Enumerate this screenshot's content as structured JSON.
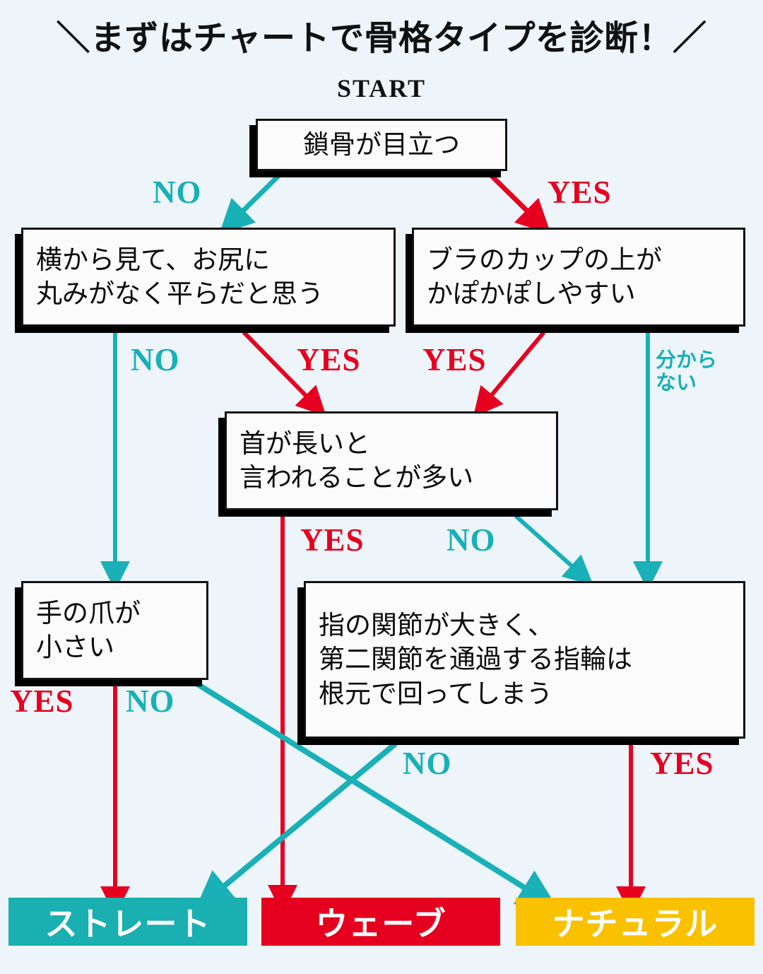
{
  "header": {
    "title": "＼まずはチャートで骨格タイプを診断！／",
    "start_label": "START"
  },
  "colors": {
    "background": "#edf5fa",
    "yes": "#e60020",
    "no": "#19b0b7",
    "box_border": "#111111",
    "box_fill": "#fbfbfb",
    "result_straight": "#1aafb0",
    "result_wave": "#e60020",
    "result_natural": "#f9c100"
  },
  "chart_data": {
    "type": "flowchart",
    "title": "＼まずはチャートで骨格タイプを診断！／",
    "start": "START",
    "nodes": [
      {
        "id": "q1",
        "text": "鎖骨が目立つ"
      },
      {
        "id": "q2",
        "text": "横から見て、お尻に\n丸みがなく平らだと思う"
      },
      {
        "id": "q3",
        "text": "ブラのカップの上が\nかぽかぽしやすい"
      },
      {
        "id": "q4",
        "text": "首が長いと\n言われることが多い"
      },
      {
        "id": "q5",
        "text": "手の爪が\n小さい"
      },
      {
        "id": "q6",
        "text": "指の関節が大きく、\n第二関節を通過する指輪は\n根元で回ってしまう"
      },
      {
        "id": "r1",
        "text": "ストレート"
      },
      {
        "id": "r2",
        "text": "ウェーブ"
      },
      {
        "id": "r3",
        "text": "ナチュラル"
      }
    ],
    "edges": [
      {
        "from": "q1",
        "to": "q2",
        "label": "NO",
        "kind": "no"
      },
      {
        "from": "q1",
        "to": "q3",
        "label": "YES",
        "kind": "yes"
      },
      {
        "from": "q2",
        "to": "q5",
        "label": "NO",
        "kind": "no"
      },
      {
        "from": "q2",
        "to": "q4",
        "label": "YES",
        "kind": "yes"
      },
      {
        "from": "q3",
        "to": "q4",
        "label": "YES",
        "kind": "yes"
      },
      {
        "from": "q3",
        "to": "q6",
        "label": "分から\nない",
        "kind": "no"
      },
      {
        "from": "q4",
        "to": "r2",
        "label": "YES",
        "kind": "yes"
      },
      {
        "from": "q4",
        "to": "q6",
        "label": "NO",
        "kind": "no"
      },
      {
        "from": "q5",
        "to": "r1",
        "label": "YES",
        "kind": "yes"
      },
      {
        "from": "q5",
        "to": "r3",
        "label": "NO",
        "kind": "no"
      },
      {
        "from": "q6",
        "to": "r1",
        "label": "NO",
        "kind": "no"
      },
      {
        "from": "q6",
        "to": "r3",
        "label": "YES",
        "kind": "yes"
      }
    ]
  },
  "labels": {
    "l1_no": "NO",
    "l1_yes": "YES",
    "l2_no": "NO",
    "l2_yes": "YES",
    "l3_yes": "YES",
    "l3_wakaranai": "分から\nない",
    "l4_yes": "YES",
    "l4_no": "NO",
    "l5_yes": "YES",
    "l5_no": "NO",
    "l6_no": "NO",
    "l6_yes": "YES"
  },
  "boxes": {
    "q1": "鎖骨が目立つ",
    "q2": "横から見て、お尻に\n丸みがなく平らだと思う",
    "q3": "ブラのカップの上が\nかぽかぽしやすい",
    "q4": "首が長いと\n言われることが多い",
    "q5": "手の爪が\n小さい",
    "q6": "指の関節が大きく、\n第二関節を通過する指輪は\n根元で回ってしまう"
  },
  "results": {
    "straight": "ストレート",
    "wave": "ウェーブ",
    "natural": "ナチュラル"
  }
}
